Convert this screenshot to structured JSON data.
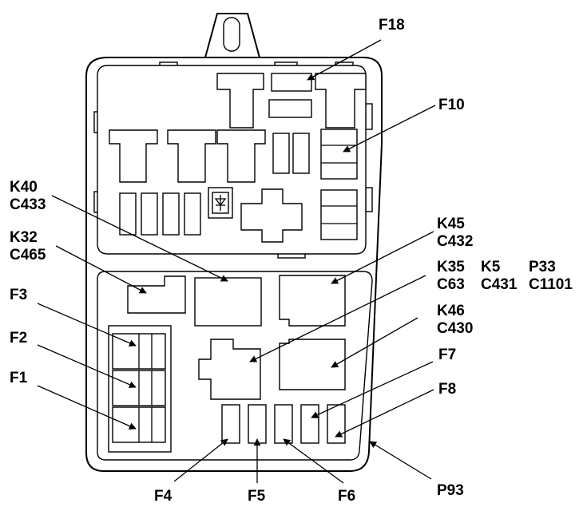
{
  "callouts": {
    "f18": "F18",
    "f10": "F10",
    "k40": "K40",
    "c433": "C433",
    "k32": "K32",
    "c465": "C465",
    "k45": "K45",
    "c432": "C432",
    "k35": "K35",
    "c63": "C63",
    "k5": "K5",
    "c431": "C431",
    "p33": "P33",
    "c1101": "C1101",
    "k46": "K46",
    "c430": "C430",
    "f7": "F7",
    "f8": "F8",
    "f3": "F3",
    "f2": "F2",
    "f1": "F1",
    "f4": "F4",
    "f5": "F5",
    "f6": "F6",
    "p93": "P93"
  }
}
